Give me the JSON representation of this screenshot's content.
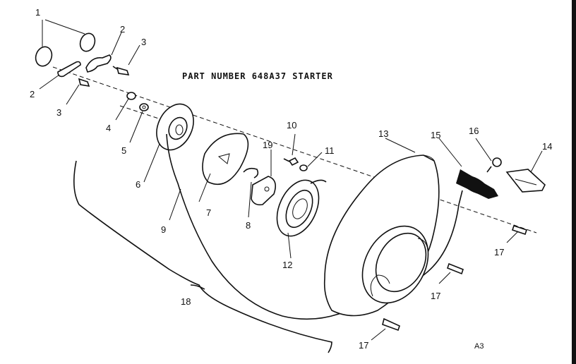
{
  "title": "PART NUMBER 648A37   STARTER",
  "figure_code": "A3",
  "callouts": {
    "c1": "1",
    "c2a": "2",
    "c2b": "2",
    "c3a": "3",
    "c3b": "3",
    "c4": "4",
    "c5": "5",
    "c6": "6",
    "c7": "7",
    "c8": "8",
    "c9": "9",
    "c10": "10",
    "c11": "11",
    "c12": "12",
    "c13": "13",
    "c14": "14",
    "c15": "15",
    "c16": "16",
    "c17a": "17",
    "c17b": "17",
    "c17c": "17",
    "c18": "18",
    "c19": "19"
  }
}
